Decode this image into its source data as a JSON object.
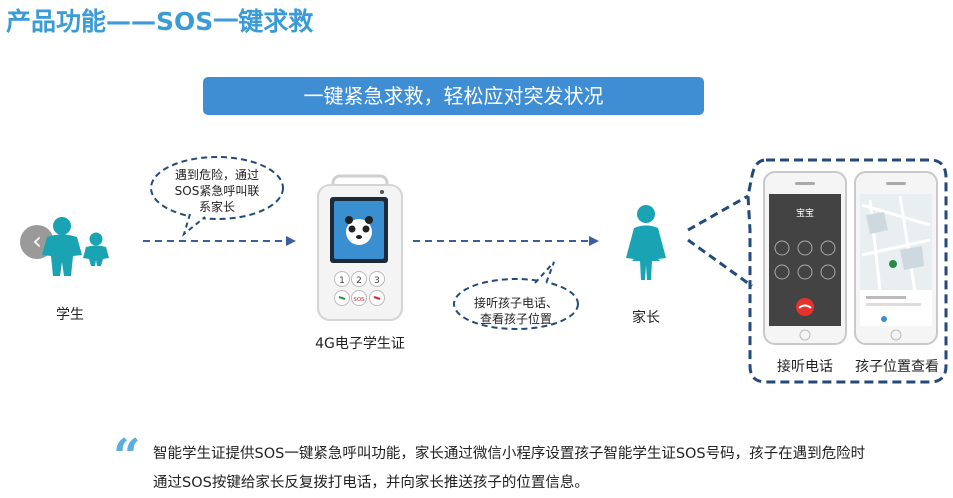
{
  "title": "产品功能——SOS一键求救",
  "banner": "一键紧急求救，轻松应对突发状况",
  "student_label": "学生",
  "device_label": "4G电子学生证",
  "parent_label": "家长",
  "bubble_left": [
    "遇到危险，通过",
    "SOS紧急呼叫联",
    "系家长"
  ],
  "bubble_mid": [
    "接听孩子电话、",
    "查看孩子位置"
  ],
  "phone_left_label": "接听电话",
  "phone_right_label": "孩子位置查看",
  "phone_left_caller": "宝宝",
  "device_keys": [
    "1",
    "2",
    "3"
  ],
  "device_sos": "SOS",
  "description": "智能学生证提供SOS一键紧急呼叫功能，家长通过微信小程序设置孩子智能学生证SOS号码，孩子在遇到危险时通过SOS按键给家长反复拨打电话，并向家长推送孩子的位置信息。",
  "colors": {
    "accent": "#3a9bd6",
    "banner": "#3f8ed3",
    "teal": "#1aa3b3",
    "dash": "#3b5f9e"
  }
}
